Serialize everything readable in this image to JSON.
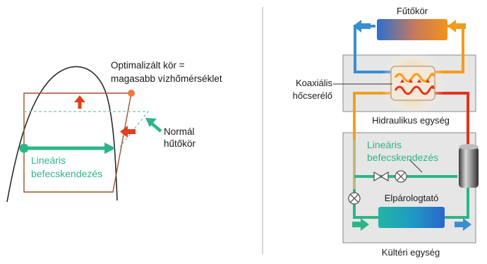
{
  "left": {
    "optimized_line1": "Optimalizált kör =",
    "optimized_line2": "magasabb vízhőmérséklet",
    "normal_line1": "Normál",
    "normal_line2": "hűtőkör",
    "linear_line1": "Lineáris",
    "linear_line2": "befecskendezés"
  },
  "right": {
    "heating_circuit": "Fűtőkör",
    "coax_line1": "Koaxiális",
    "coax_line2": "hőcserélő",
    "hydraulic_unit": "Hidraulikus egység",
    "linear_line1": "Lineáris",
    "linear_line2": "befecskendezés",
    "evaporator": "Elpárologtató",
    "outdoor_unit": "Kültéri egység"
  },
  "colors": {
    "green": "#2db58a",
    "red_arrow": "#e0401c",
    "orange_arrow": "#f39c1a",
    "blue_arrow": "#3a8ed0",
    "cycle_brown": "#a0522d",
    "unit_box_fill": "#e6e6e6",
    "unit_box_stroke": "#8a8a8a"
  }
}
